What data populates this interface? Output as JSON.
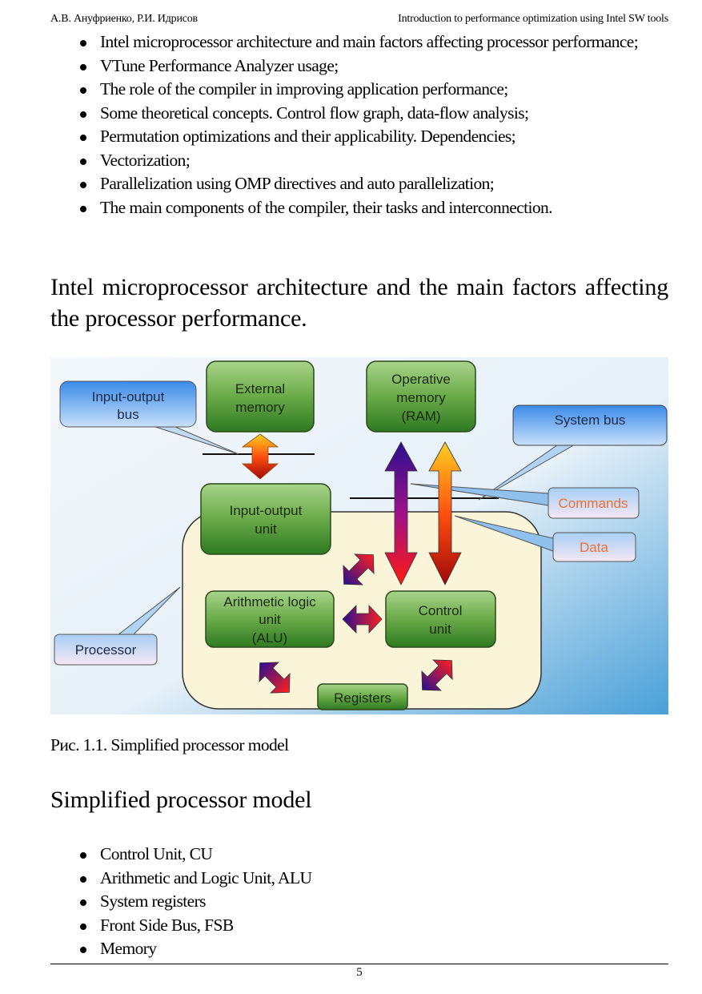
{
  "header": {
    "authors": "А.В. Ануфриенко, Р.И. Идрисов",
    "title": "Introduction to performance optimization using Intel SW tools"
  },
  "topics": [
    "Intel microprocessor architecture and main factors affecting processor performance;",
    "VTune Performance Analyzer usage;",
    "The role of the compiler in improving application performance;",
    "Some theoretical concepts. Control flow graph, data-flow analysis;",
    "Permutation optimizations and their applicability. Dependencies;",
    "Vectorization;",
    "Parallelization using OMP directives and auto parallelization;",
    "The main components of the compiler, their tasks and interconnection."
  ],
  "section_heading": "Intel microprocessor architecture and the main factors affecting the processor performance.",
  "figure": {
    "labels": {
      "io_bus": [
        "Input-output",
        "bus"
      ],
      "external_memory": [
        "External",
        "memory"
      ],
      "ram": [
        "Operative",
        "memory",
        "(RAM)"
      ],
      "system_bus": "System bus",
      "commands": "Commands",
      "data": "Data",
      "io_unit": [
        "Input-output",
        "unit"
      ],
      "alu": [
        "Arithmetic logic",
        "unit",
        "(ALU)"
      ],
      "control_unit": [
        "Control",
        "unit"
      ],
      "processor": "Processor",
      "registers": "Registers"
    },
    "colors": {
      "green_box": "#5a9a3a",
      "callout_blue": "#6aaef0",
      "processor_fill": "#faf4d8",
      "commands_text": "#e8703a"
    }
  },
  "caption": "Рис. 1.1.  Simplified processor model",
  "subheading": "Simplified processor model",
  "components": [
    "Control Unit, CU",
    "Arithmetic and Logic Unit, ALU",
    "System registers",
    "Front Side Bus, FSB",
    "Memory"
  ],
  "page_number": "5"
}
